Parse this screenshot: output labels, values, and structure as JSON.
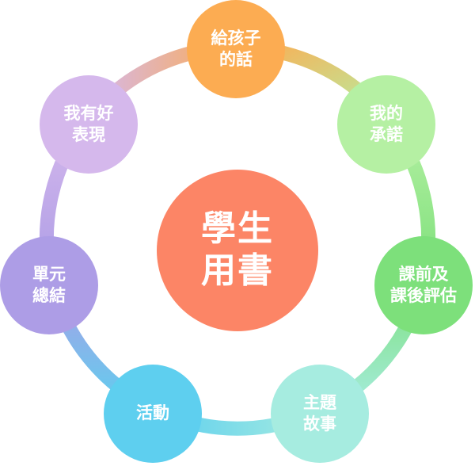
{
  "center": {
    "label": "學生\n用書",
    "color": "#fc8566"
  },
  "nodes": [
    {
      "label": "給孩子\n的話",
      "color": "#fcac52"
    },
    {
      "label": "我的\n承諾",
      "color": "#b5f0a3"
    },
    {
      "label": "課前及\n課後評估",
      "color": "#7de07b"
    },
    {
      "label": "主題\n故事",
      "color": "#a6ece0"
    },
    {
      "label": "活動",
      "color": "#5ecfef"
    },
    {
      "label": "單元\n總結",
      "color": "#ad9de6"
    },
    {
      "label": "我有好\n表現",
      "color": "#d5b8ec"
    }
  ]
}
